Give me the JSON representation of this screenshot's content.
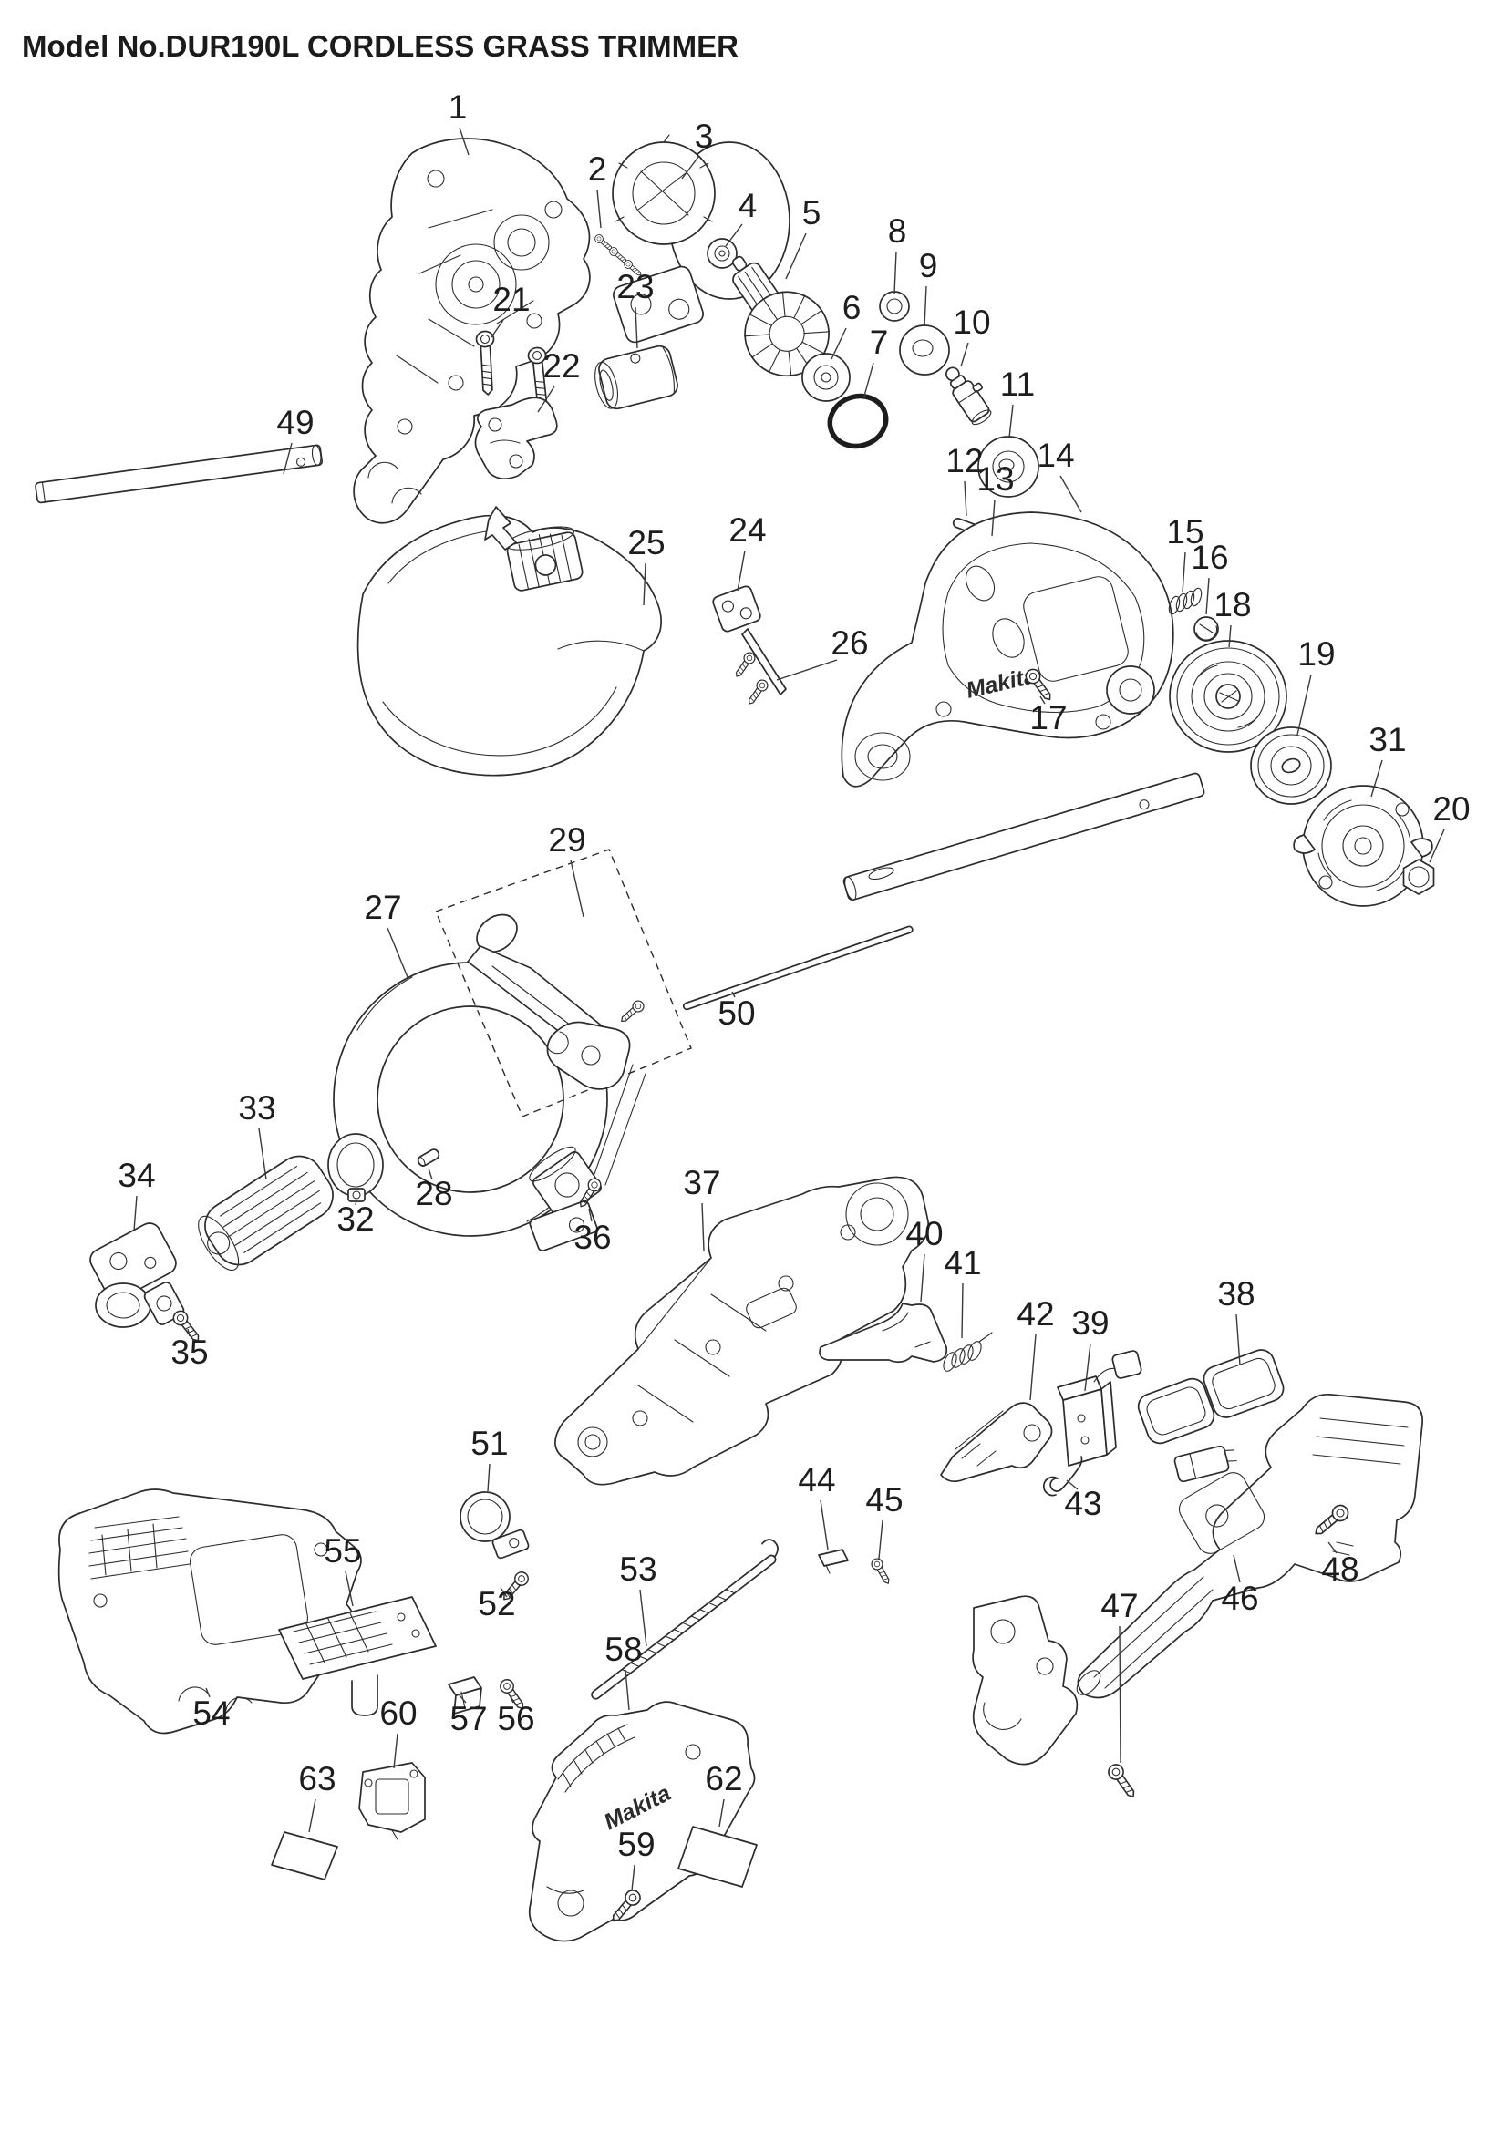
{
  "title": "Model No.DUR190L CORDLESS GRASS TRIMMER",
  "logo_text": "Makita",
  "callouts": {
    "1": "1",
    "2": "2",
    "3": "3",
    "4": "4",
    "5": "5",
    "6": "6",
    "7": "7",
    "8": "8",
    "9": "9",
    "10": "10",
    "11": "11",
    "12": "12",
    "13": "13",
    "14": "14",
    "15": "15",
    "16": "16",
    "17": "17",
    "18": "18",
    "19": "19",
    "20": "20",
    "21": "21",
    "22": "22",
    "23": "23",
    "24": "24",
    "25": "25",
    "26": "26",
    "27": "27",
    "28": "28",
    "29": "29",
    "31": "31",
    "32": "32",
    "33": "33",
    "34": "34",
    "35": "35",
    "36": "36",
    "37": "37",
    "38": "38",
    "39": "39",
    "40": "40",
    "41": "41",
    "42": "42",
    "43": "43",
    "44": "44",
    "45": "45",
    "46": "46",
    "47": "47",
    "48": "48",
    "49": "49",
    "50": "50",
    "51": "51",
    "52": "52",
    "53": "53",
    "54": "54",
    "55": "55",
    "56": "56",
    "57": "57",
    "58": "58",
    "59": "59",
    "60": "60",
    "62": "62",
    "63": "63"
  }
}
